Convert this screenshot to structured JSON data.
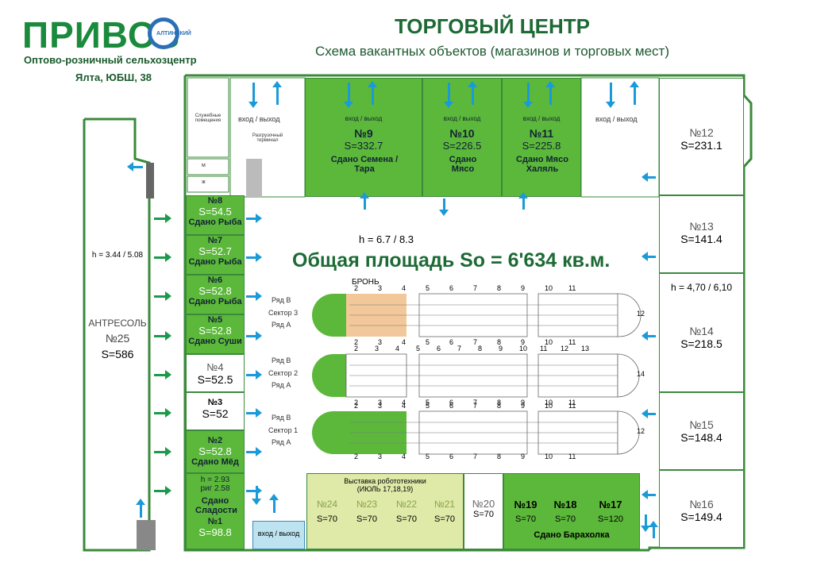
{
  "header": {
    "logo_text": "ПРИВОЗ",
    "logo_ring": "АЛТИНСКИЙ",
    "subtitle_left": "Оптово-розничный сельхозцентр",
    "address": "Ялта, ЮБШ, 38",
    "title": "ТОРГОВЫЙ ЦЕНТР",
    "subtitle": "Схема вакантных объектов (магазинов и торговых мест)"
  },
  "hall": {
    "total_area": "Общая площадь So = 6'634 кв.м.",
    "height": "h = 6.7 / 8.3",
    "height_right": "h = 4,70 / 6,10",
    "height_mezz": "h = 3.44 / 5.08",
    "bron": "БРОНЬ",
    "service_rooms": "Служебные помещения",
    "unload": "Разгрузочный терминал",
    "m": "м",
    "zh": "ж",
    "entry": "вход / выход",
    "robot_expo": "Выставка робототехники",
    "robot_dates": "(ИЮЛЬ 17,18,19)",
    "flea": "Сдано Барахолка",
    "h_sweets": "h = 2.93",
    "rig": "риг 2.58"
  },
  "units": {
    "u9": {
      "num": "№9",
      "area": "S=332.7",
      "status": "Сдано Семена / Тара"
    },
    "u10": {
      "num": "№10",
      "area": "S=226.5",
      "status": "Сдано Мясо"
    },
    "u11": {
      "num": "№11",
      "area": "S=225.8",
      "status": "Сдано Мясо Халяль"
    },
    "u12": {
      "num": "№12",
      "area": "S=231.1"
    },
    "u13": {
      "num": "№13",
      "area": "S=141.4"
    },
    "u14": {
      "num": "№14",
      "area": "S=218.5"
    },
    "u15": {
      "num": "№15",
      "area": "S=148.4"
    },
    "u16": {
      "num": "№16",
      "area": "S=149.4"
    },
    "u8": {
      "num": "№8",
      "area": "S=54.5",
      "status": "Сдано Рыба"
    },
    "u7": {
      "num": "№7",
      "area": "S=52.7",
      "status": "Сдано Рыба"
    },
    "u6": {
      "num": "№6",
      "area": "S=52.8",
      "status": "Сдано Рыба"
    },
    "u5": {
      "num": "№5",
      "area": "S=52.8",
      "status": "Сдано Суши"
    },
    "u4": {
      "num": "№4",
      "area": "S=52.5"
    },
    "u3": {
      "num": "№3",
      "area": "S=52"
    },
    "u2": {
      "num": "№2",
      "area": "S=52.8",
      "status": "Сдано Мёд"
    },
    "u1": {
      "num": "№1",
      "area": "S=98.8",
      "status": "Сдано Сладости"
    },
    "u25": {
      "name": "АНТРЕСОЛЬ",
      "num": "№25",
      "area": "S=586"
    },
    "u24": {
      "num": "№24",
      "area": "S=70"
    },
    "u23": {
      "num": "№23",
      "area": "S=70"
    },
    "u22": {
      "num": "№22",
      "area": "S=70"
    },
    "u21": {
      "num": "№21",
      "area": "S=70"
    },
    "u20": {
      "num": "№20",
      "area": "S=70"
    },
    "u19": {
      "num": "№19",
      "area": "S=70"
    },
    "u18": {
      "num": "№18",
      "area": "S=70"
    },
    "u17": {
      "num": "№17",
      "area": "S=120"
    }
  },
  "sectors": {
    "row_b": "Ряд В",
    "row_a": "Ряд А",
    "s3": "Сектор 3",
    "s2": "Сектор 2",
    "s1": "Сектор 1",
    "nums_top_3": [
      "2",
      "3",
      "4",
      "5",
      "6",
      "7",
      "8",
      "9",
      "10",
      "11"
    ],
    "nums_bot_3": [
      "2",
      "3",
      "4",
      "5",
      "6",
      "7",
      "8",
      "9",
      "10",
      "11"
    ],
    "nums_top_2": [
      "2",
      "3",
      "4",
      "5",
      "6",
      "7",
      "8",
      "9",
      "10",
      "11",
      "12",
      "13"
    ],
    "nums_bot_2": [
      "2",
      "3",
      "4",
      "5",
      "6",
      "7",
      "8",
      "9",
      "10",
      "11"
    ],
    "nums_top_1": [
      "2",
      "3",
      "4",
      "5",
      "6",
      "7",
      "8",
      "9",
      "10",
      "11"
    ],
    "nums_bot_1": [
      "2",
      "3",
      "4",
      "5",
      "6",
      "7",
      "8",
      "9",
      "10",
      "11"
    ],
    "end_3": "12",
    "end_2": "14",
    "end_1": "12"
  }
}
